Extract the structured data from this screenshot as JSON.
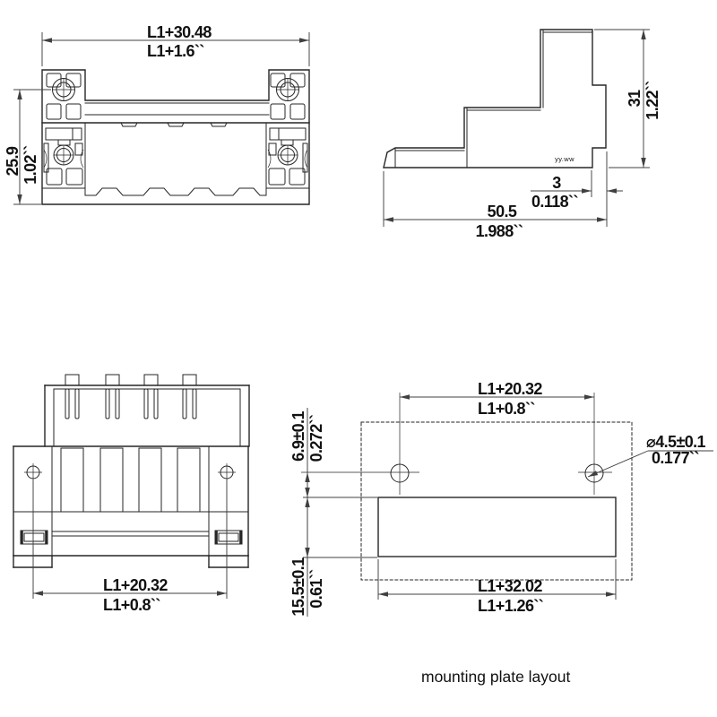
{
  "colors": {
    "background": "#ffffff",
    "line": "#262626",
    "dim_line": "#404040",
    "text": "#111111"
  },
  "caption": "mounting plate layout",
  "views": {
    "front_view": {
      "dim_width": {
        "metric": "L1+30.48",
        "imperial": "L1+1.6``"
      },
      "dim_height": {
        "metric": "25.9",
        "imperial": "1.02``"
      }
    },
    "side_view": {
      "marking": "yy.ww",
      "dim_height": {
        "metric": "31",
        "imperial": "1.22``"
      },
      "dim_step": {
        "metric": "3",
        "imperial": "0.118``"
      },
      "dim_depth": {
        "metric": "50.5",
        "imperial": "1.988``"
      }
    },
    "pin_side_view": {
      "dim_hole_spacing": {
        "metric": "L1+20.32",
        "imperial": "L1+0.8``"
      }
    },
    "mounting_plate": {
      "dim_hole_spacing": {
        "metric": "L1+20.32",
        "imperial": "L1+0.8``"
      },
      "dim_hole_offset": {
        "metric": "6.9±0.1",
        "imperial": "0.272``"
      },
      "dim_cutout_height": {
        "metric": "15.5±0.1",
        "imperial": "0.61``"
      },
      "dim_hole_diameter": {
        "metric": "⌀4.5±0.1",
        "imperial": "0.177``"
      },
      "dim_cutout_width": {
        "metric": "L1+32.02",
        "imperial": "L1+1.26``"
      }
    }
  }
}
